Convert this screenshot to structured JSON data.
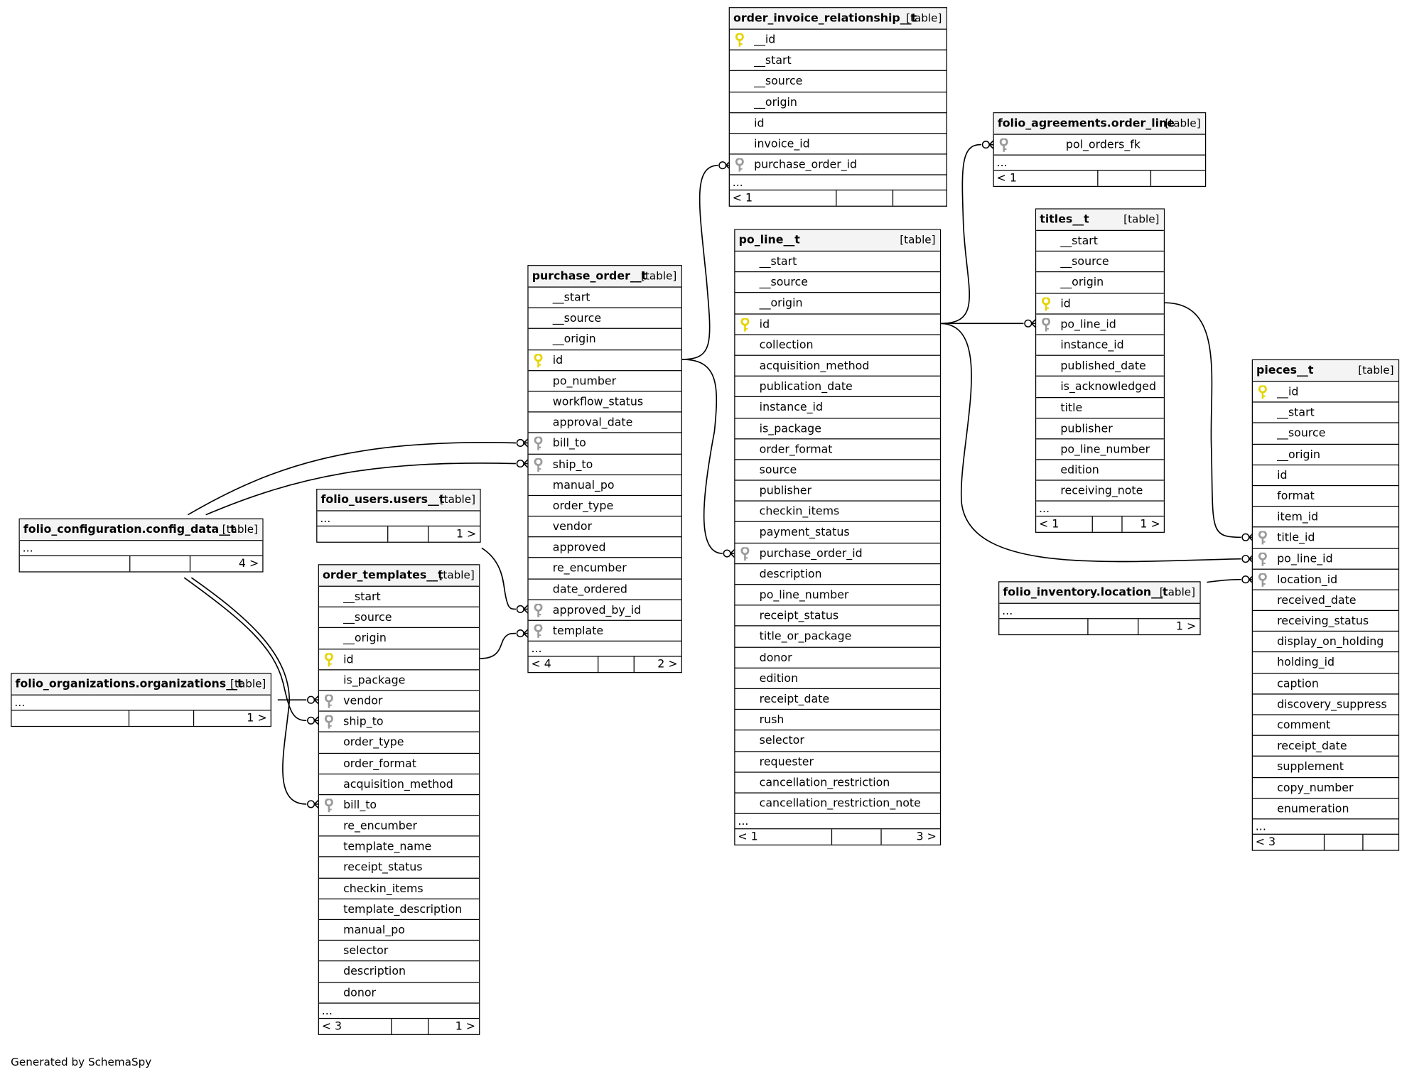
{
  "generated_by": "Generated by SchemaSpy",
  "key_colors": {
    "primary": "#e5d400",
    "foreign": "#9a9a9a"
  },
  "tables": [
    {
      "name": "order_invoice_relationship__t",
      "kind": "[table]",
      "columns": [
        {
          "name": "__id",
          "key": "primary"
        },
        {
          "name": "__start",
          "key": ""
        },
        {
          "name": "__source",
          "key": ""
        },
        {
          "name": "__origin",
          "key": ""
        },
        {
          "name": "id",
          "key": ""
        },
        {
          "name": "invoice_id",
          "key": ""
        },
        {
          "name": "purchase_order_id",
          "key": "foreign"
        }
      ],
      "more": "...",
      "parents": "< 1",
      "children": ""
    },
    {
      "name": "folio_agreements.order_line",
      "kind": "[table]",
      "columns": [
        {
          "name": "pol_orders_fk",
          "key": "foreign",
          "indent": "wide"
        }
      ],
      "more": "...",
      "parents": "< 1",
      "children": ""
    },
    {
      "name": "titles__t",
      "kind": "[table]",
      "columns": [
        {
          "name": "__start",
          "key": ""
        },
        {
          "name": "__source",
          "key": ""
        },
        {
          "name": "__origin",
          "key": ""
        },
        {
          "name": "id",
          "key": "primary"
        },
        {
          "name": "po_line_id",
          "key": "foreign"
        },
        {
          "name": "instance_id",
          "key": ""
        },
        {
          "name": "published_date",
          "key": ""
        },
        {
          "name": "is_acknowledged",
          "key": ""
        },
        {
          "name": "title",
          "key": ""
        },
        {
          "name": "publisher",
          "key": ""
        },
        {
          "name": "po_line_number",
          "key": ""
        },
        {
          "name": "edition",
          "key": ""
        },
        {
          "name": "receiving_note",
          "key": ""
        }
      ],
      "more": "...",
      "parents": "< 1",
      "children": "1 >"
    },
    {
      "name": "po_line__t",
      "kind": "[table]",
      "columns": [
        {
          "name": "__start",
          "key": ""
        },
        {
          "name": "__source",
          "key": ""
        },
        {
          "name": "__origin",
          "key": ""
        },
        {
          "name": "id",
          "key": "primary"
        },
        {
          "name": "collection",
          "key": ""
        },
        {
          "name": "acquisition_method",
          "key": ""
        },
        {
          "name": "publication_date",
          "key": ""
        },
        {
          "name": "instance_id",
          "key": ""
        },
        {
          "name": "is_package",
          "key": ""
        },
        {
          "name": "order_format",
          "key": ""
        },
        {
          "name": "source",
          "key": ""
        },
        {
          "name": "publisher",
          "key": ""
        },
        {
          "name": "checkin_items",
          "key": ""
        },
        {
          "name": "payment_status",
          "key": ""
        },
        {
          "name": "purchase_order_id",
          "key": "foreign"
        },
        {
          "name": "description",
          "key": ""
        },
        {
          "name": "po_line_number",
          "key": ""
        },
        {
          "name": "receipt_status",
          "key": ""
        },
        {
          "name": "title_or_package",
          "key": ""
        },
        {
          "name": "donor",
          "key": ""
        },
        {
          "name": "edition",
          "key": ""
        },
        {
          "name": "receipt_date",
          "key": ""
        },
        {
          "name": "rush",
          "key": ""
        },
        {
          "name": "selector",
          "key": ""
        },
        {
          "name": "requester",
          "key": ""
        },
        {
          "name": "cancellation_restriction",
          "key": ""
        },
        {
          "name": "cancellation_restriction_note",
          "key": ""
        }
      ],
      "more": "...",
      "parents": "< 1",
      "children": "3 >"
    },
    {
      "name": "purchase_order__t",
      "kind": "[table]",
      "columns": [
        {
          "name": "__start",
          "key": ""
        },
        {
          "name": "__source",
          "key": ""
        },
        {
          "name": "__origin",
          "key": ""
        },
        {
          "name": "id",
          "key": "primary"
        },
        {
          "name": "po_number",
          "key": ""
        },
        {
          "name": "workflow_status",
          "key": ""
        },
        {
          "name": "approval_date",
          "key": ""
        },
        {
          "name": "bill_to",
          "key": "foreign"
        },
        {
          "name": "ship_to",
          "key": "foreign"
        },
        {
          "name": "manual_po",
          "key": ""
        },
        {
          "name": "order_type",
          "key": ""
        },
        {
          "name": "vendor",
          "key": ""
        },
        {
          "name": "approved",
          "key": ""
        },
        {
          "name": "re_encumber",
          "key": ""
        },
        {
          "name": "date_ordered",
          "key": ""
        },
        {
          "name": "approved_by_id",
          "key": "foreign"
        },
        {
          "name": "template",
          "key": "foreign"
        }
      ],
      "more": "...",
      "parents": "< 4",
      "children": "2 >"
    },
    {
      "name": "folio_users.users__t",
      "kind": "[table]",
      "columns": [],
      "more": "...",
      "parents": "",
      "children": "1 >"
    },
    {
      "name": "folio_configuration.config_data__t",
      "kind": "[table]",
      "columns": [],
      "more": "...",
      "parents": "",
      "children": "4 >"
    },
    {
      "name": "order_templates__t",
      "kind": "[table]",
      "columns": [
        {
          "name": "__start",
          "key": ""
        },
        {
          "name": "__source",
          "key": ""
        },
        {
          "name": "__origin",
          "key": ""
        },
        {
          "name": "id",
          "key": "primary"
        },
        {
          "name": "is_package",
          "key": ""
        },
        {
          "name": "vendor",
          "key": "foreign"
        },
        {
          "name": "ship_to",
          "key": "foreign"
        },
        {
          "name": "order_type",
          "key": ""
        },
        {
          "name": "order_format",
          "key": ""
        },
        {
          "name": "acquisition_method",
          "key": ""
        },
        {
          "name": "bill_to",
          "key": "foreign"
        },
        {
          "name": "re_encumber",
          "key": ""
        },
        {
          "name": "template_name",
          "key": ""
        },
        {
          "name": "receipt_status",
          "key": ""
        },
        {
          "name": "checkin_items",
          "key": ""
        },
        {
          "name": "template_description",
          "key": ""
        },
        {
          "name": "manual_po",
          "key": ""
        },
        {
          "name": "selector",
          "key": ""
        },
        {
          "name": "description",
          "key": ""
        },
        {
          "name": "donor",
          "key": ""
        }
      ],
      "more": "...",
      "parents": "< 3",
      "children": "1 >"
    },
    {
      "name": "folio_organizations.organizations__t",
      "kind": "[table]",
      "columns": [],
      "more": "...",
      "parents": "",
      "children": "1 >"
    },
    {
      "name": "folio_inventory.location__t",
      "kind": "[table]",
      "columns": [],
      "more": "...",
      "parents": "",
      "children": "1 >"
    },
    {
      "name": "pieces__t",
      "kind": "[table]",
      "columns": [
        {
          "name": "__id",
          "key": "primary"
        },
        {
          "name": "__start",
          "key": ""
        },
        {
          "name": "__source",
          "key": ""
        },
        {
          "name": "__origin",
          "key": ""
        },
        {
          "name": "id",
          "key": ""
        },
        {
          "name": "format",
          "key": ""
        },
        {
          "name": "item_id",
          "key": ""
        },
        {
          "name": "title_id",
          "key": "foreign"
        },
        {
          "name": "po_line_id",
          "key": "foreign"
        },
        {
          "name": "location_id",
          "key": "foreign"
        },
        {
          "name": "received_date",
          "key": ""
        },
        {
          "name": "receiving_status",
          "key": ""
        },
        {
          "name": "display_on_holding",
          "key": ""
        },
        {
          "name": "holding_id",
          "key": ""
        },
        {
          "name": "caption",
          "key": ""
        },
        {
          "name": "discovery_suppress",
          "key": ""
        },
        {
          "name": "comment",
          "key": ""
        },
        {
          "name": "receipt_date",
          "key": ""
        },
        {
          "name": "supplement",
          "key": ""
        },
        {
          "name": "copy_number",
          "key": ""
        },
        {
          "name": "enumeration",
          "key": ""
        }
      ],
      "more": "...",
      "parents": "< 3",
      "children": ""
    }
  ],
  "relationships": [
    {
      "from": "purchase_order__t.id",
      "to": "order_invoice_relationship__t.purchase_order_id"
    },
    {
      "from": "purchase_order__t.id",
      "to": "po_line__t.purchase_order_id"
    },
    {
      "from": "po_line__t.id",
      "to": "folio_agreements.order_line.pol_orders_fk"
    },
    {
      "from": "po_line__t.id",
      "to": "titles__t.po_line_id"
    },
    {
      "from": "po_line__t.id",
      "to": "pieces__t.po_line_id"
    },
    {
      "from": "titles__t.id",
      "to": "pieces__t.title_id"
    },
    {
      "from": "folio_inventory.location__t",
      "to": "pieces__t.location_id"
    },
    {
      "from": "folio_configuration.config_data__t",
      "to": "purchase_order__t.bill_to"
    },
    {
      "from": "folio_configuration.config_data__t",
      "to": "purchase_order__t.ship_to"
    },
    {
      "from": "folio_configuration.config_data__t",
      "to": "order_templates__t.ship_to"
    },
    {
      "from": "folio_configuration.config_data__t",
      "to": "order_templates__t.bill_to"
    },
    {
      "from": "folio_organizations.organizations__t",
      "to": "order_templates__t.vendor"
    },
    {
      "from": "folio_users.users__t",
      "to": "purchase_order__t.approved_by_id"
    },
    {
      "from": "order_templates__t.id",
      "to": "purchase_order__t.template"
    }
  ]
}
